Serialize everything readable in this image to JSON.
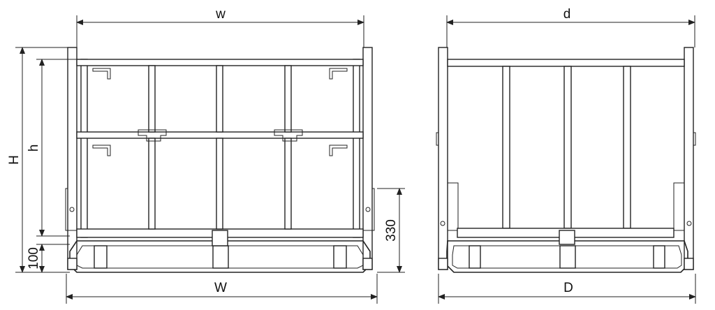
{
  "front_view": {
    "dimensions": {
      "inner_width": "w",
      "outer_width": "W",
      "overall_height": "H",
      "inner_height": "h",
      "base_height": "100",
      "side_height": "330"
    }
  },
  "side_view": {
    "dimensions": {
      "inner_depth": "d",
      "outer_depth": "D"
    }
  }
}
